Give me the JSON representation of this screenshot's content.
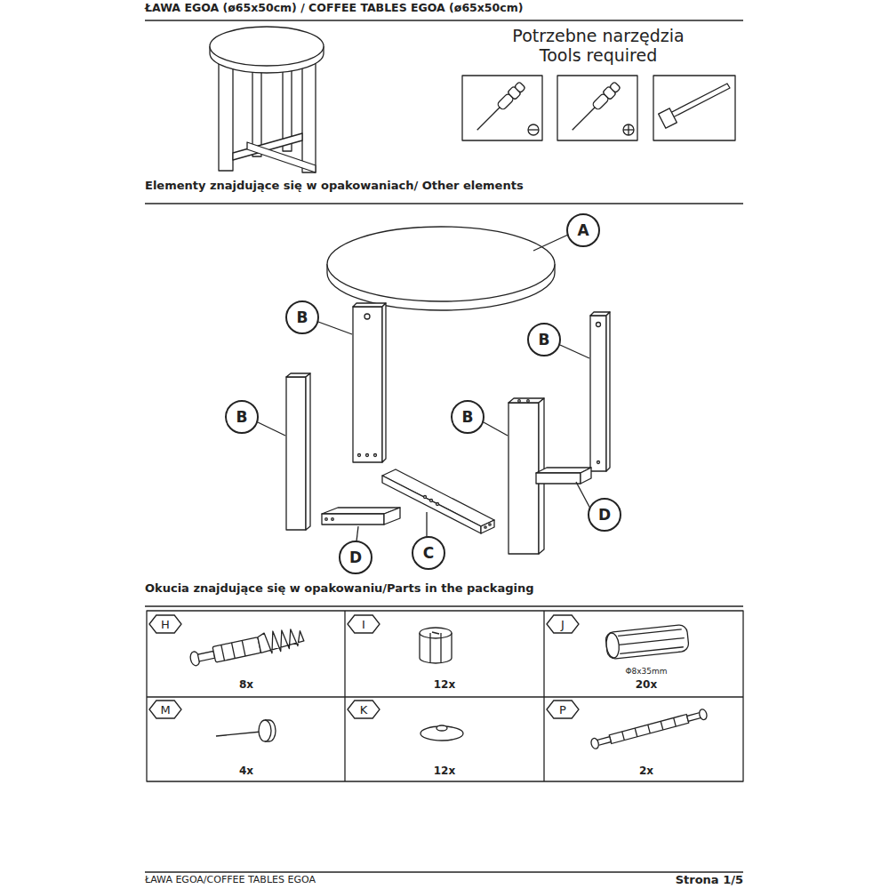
{
  "diagram": {
    "title": "ŁAWA EGOA (ø65x50cm) / COFFEE TABLES EGOA (ø65x50cm)",
    "nodes": [
      {
        "text": [
          "A"
        ]
      },
      {
        "text": [
          "B"
        ]
      },
      {
        "text": [
          "B"
        ]
      },
      {
        "text": [
          "B"
        ]
      },
      {
        "text": [
          "B"
        ]
      },
      {
        "text": [
          "D"
        ]
      },
      {
        "text": [
          "C"
        ]
      },
      {
        "text": [
          "D"
        ]
      },
      {
        "text": [
          "H"
        ]
      },
      {
        "text": [
          "I"
        ]
      },
      {
        "text": [
          "J"
        ]
      },
      {
        "text": [
          "M"
        ]
      },
      {
        "text": [
          "K"
        ]
      },
      {
        "text": [
          "P"
        ]
      }
    ],
    "labels": [
      "Potrzebne narzędzia",
      "Tools required",
      "Elementy znajdujące się w opakowaniach/ Other elements",
      "Okucia znajdujące się w opakowaniu/Parts in the packaging",
      "8x",
      "12x",
      "Φ8x35mm",
      "20x",
      "4x",
      "12x",
      "2x",
      "ŁAWA EGOA/COFFEE TABLES EGOA",
      "Strona 1/5"
    ]
  }
}
